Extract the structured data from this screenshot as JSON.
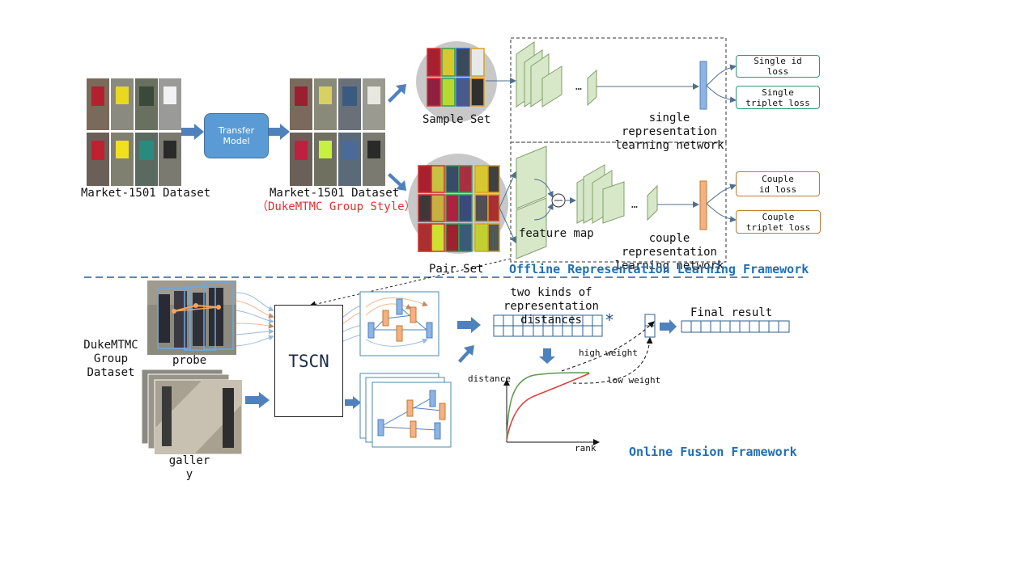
{
  "labels": {
    "market_dataset": "Market-1501 Dataset",
    "transfer_model": "Transfer\nModel",
    "market_dataset_styled": "Market-1501 Dataset",
    "duke_group_style": "（DukeMTMC Group Style）",
    "sample_set": "Sample Set",
    "pair_set": "Pair Set",
    "single_network": "single\nrepresentation\nlearning network",
    "feature_map": "feature map",
    "couple_network": "couple\nrepresentation\nlearning network",
    "single_id_loss": "Single id\nloss",
    "single_triplet_loss": "Single\ntriplet loss",
    "couple_id_loss": "Couple\nid loss",
    "couple_triplet_loss": "Couple\ntriplet loss",
    "offline_framework": "Offline Representation Learning Framework",
    "duke_group_dataset": "DukeMTMC\nGroup\nDataset",
    "probe": "probe",
    "gallery": "galler\ny",
    "tscn": "TSCN",
    "two_kinds": "two kinds of\nrepresentation\ndistances",
    "star": "*",
    "final_result": "Final result",
    "high_weight": "high weight",
    "low_weight": "low weight",
    "distance_axis": "distance",
    "rank_axis": "rank",
    "online_framework": "Online Fusion Framework",
    "ellipsis": "…"
  },
  "colors": {
    "arrow_blue": "#4f81bd",
    "framework_blue": "#1f6fb5",
    "layer_green": "#d7e8c8",
    "layer_border": "#7f9f6a",
    "vector_blue": "#8db4e2",
    "vector_orange": "#f4b183",
    "curve_green": "#5a9a4a",
    "curve_red": "#e04040",
    "red_text": "#e03030"
  },
  "icons": [
    "arrow-icon",
    "subtract-icon",
    "ellipsis-icon",
    "star-icon"
  ]
}
